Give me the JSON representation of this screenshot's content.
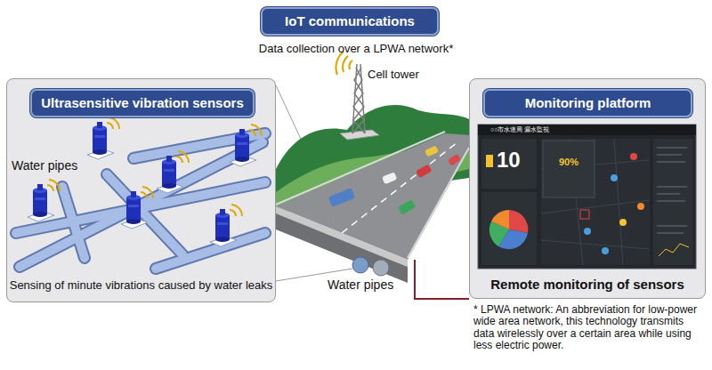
{
  "diagram": {
    "nodes": [
      {
        "text": [
          "IoT communications"
        ]
      },
      {
        "text": [
          "Sensing of minute vibrations caused by water leaks"
        ]
      },
      {
        "text": [
          "Ultrasensitive vibration sensors"
        ],
        "in": 1
      },
      {
        "text": [
          "Remote monitoring of sensors"
        ]
      },
      {
        "text": [
          "Monitoring platform"
        ],
        "in": 3
      }
    ],
    "labels": [
      "Data collection over a LPWA network*",
      "Cell tower",
      "Water pipes",
      "Water pipes",
      "* LPWA network: An abbreviation for low-power wide area network, this technology transmits data wirelessly over a certain area while using less electric power.",
      "○○市水道局 漏水監視",
      "10",
      "90%"
    ]
  }
}
